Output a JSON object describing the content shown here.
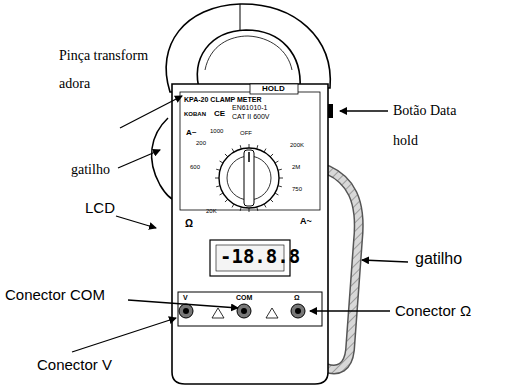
{
  "diagram": {
    "labels": [
      "Pinça transform adora",
      "gatilho",
      "Botão Data hold",
      "gatilho",
      "LCD",
      "Conector COM",
      "Conector Ω",
      "Conector V",
      "HOLD",
      "KPA-20 CLAMP METER",
      "KOBAN",
      "CE",
      "EN61010-1",
      "CAT II 600V",
      "A~",
      "1000",
      "OFF",
      "200",
      "200K",
      "2M",
      "20K",
      "600",
      "750",
      "Ω",
      "A~",
      "-18.8.8",
      "V",
      "COM",
      "Ω"
    ]
  }
}
